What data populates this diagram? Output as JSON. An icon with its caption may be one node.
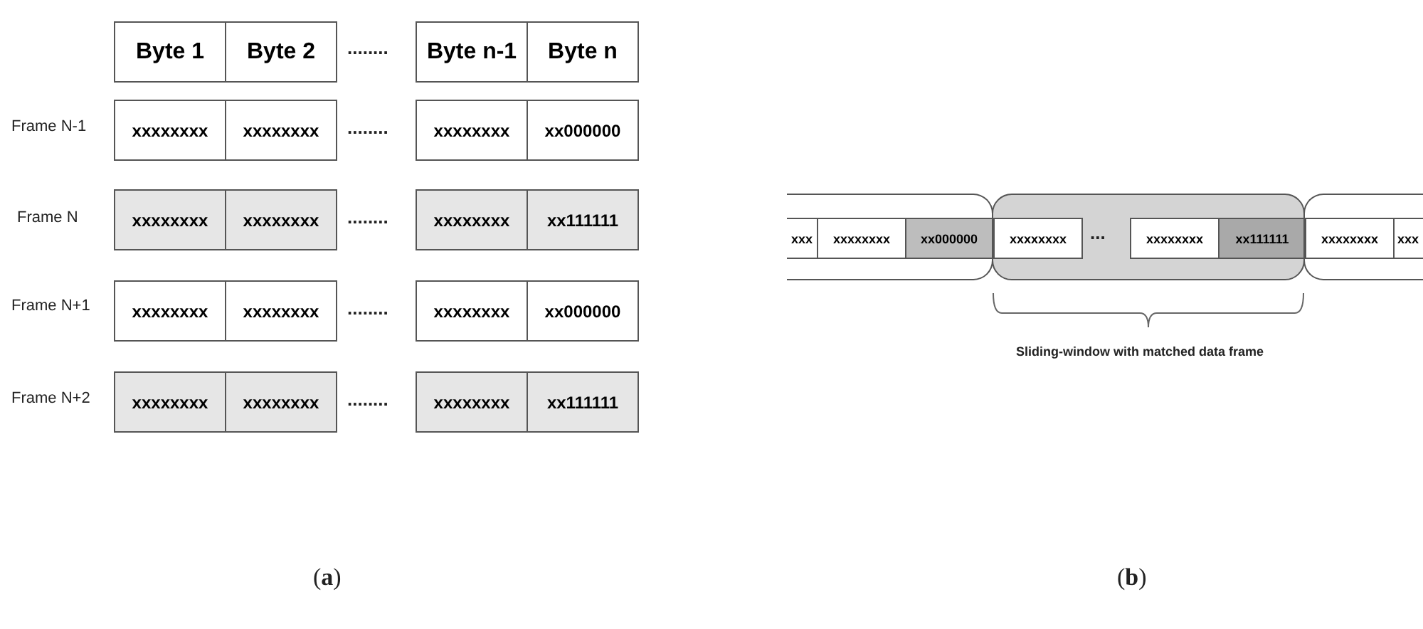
{
  "diagram": {
    "nodes": [
      {
        "text": [
          "Byte 1"
        ]
      },
      {
        "text": [
          "Byte 2"
        ]
      },
      {
        "text": [
          "Byte n-1"
        ]
      },
      {
        "text": [
          "Byte n"
        ]
      },
      {
        "text": [
          "xxxxxxxx"
        ]
      },
      {
        "text": [
          "xxxxxxxx"
        ]
      },
      {
        "text": [
          "xxxxxxxx"
        ]
      },
      {
        "text": [
          "xx000000"
        ]
      },
      {
        "text": [
          "xxxxxxxx"
        ]
      },
      {
        "text": [
          "xxxxxxxx"
        ]
      },
      {
        "text": [
          "xxxxxxxx"
        ]
      },
      {
        "text": [
          "xx111111"
        ]
      },
      {
        "text": [
          "xxxxxxxx"
        ]
      },
      {
        "text": [
          "xxxxxxxx"
        ]
      },
      {
        "text": [
          "xxxxxxxx"
        ]
      },
      {
        "text": [
          "xx000000"
        ]
      },
      {
        "text": [
          "xxxxxxxx"
        ]
      },
      {
        "text": [
          "xxxxxxxx"
        ]
      },
      {
        "text": [
          "xxxxxxxx"
        ]
      },
      {
        "text": [
          "xx111111"
        ]
      },
      {
        "text": [],
        "shape": "box"
      },
      {
        "text": [
          "xxx"
        ],
        "in": 20
      },
      {
        "text": [
          "xxxxxxxx"
        ],
        "in": 20
      },
      {
        "text": [
          "xx000000"
        ],
        "in": 20
      },
      {
        "text": [],
        "shape": "box"
      },
      {
        "text": [
          "xxxxxxxx"
        ],
        "in": 24
      },
      {
        "text": [
          "xxxxxxxx"
        ],
        "in": 24
      },
      {
        "text": [
          "xx111111"
        ],
        "in": 24
      },
      {
        "text": [],
        "shape": "box"
      },
      {
        "text": [
          "xxxxxxxx"
        ],
        "in": 28
      },
      {
        "text": [
          "xxx"
        ],
        "in": 28
      }
    ],
    "labels": [
      "........",
      "Frame N-1",
      "........",
      "Frame N",
      "........",
      "Frame N+1",
      "........",
      "Frame N+2",
      "........",
      "...",
      "Sliding-window with matched data frame",
      "(**a**)",
      "(**b**)"
    ]
  }
}
